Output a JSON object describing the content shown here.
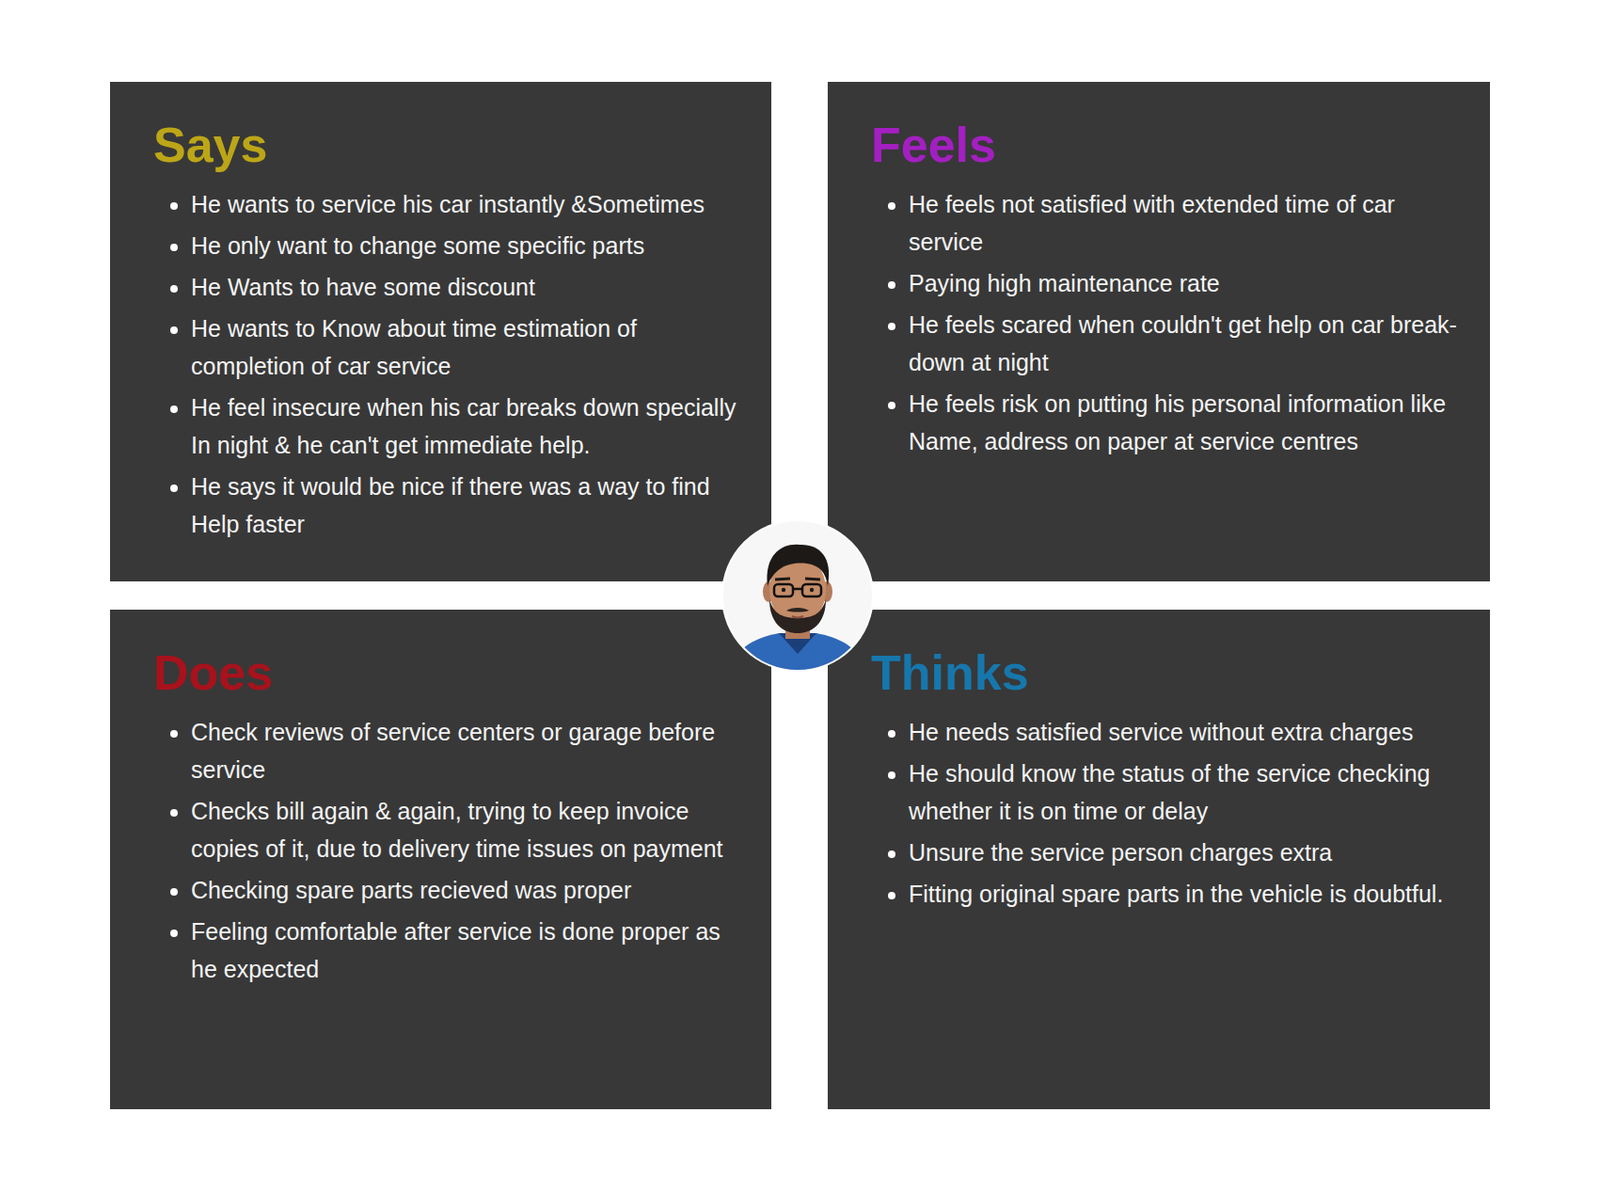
{
  "diagram": {
    "nodes": [
      {
        "text": [
          "Says",
          "He wants to service his car instantly &Sometimes",
          "He only want to change some specific parts",
          "He Wants to have some discount",
          "He wants to Know about time estimation of completion of car service",
          "He feel insecure when his car breaks down specially In night & he can't get immediate help.",
          "He says it would be nice if there was a way to find Help faster"
        ]
      },
      {
        "text": [
          "Feels",
          "He feels not satisfied with extended time of car service",
          "Paying high maintenance rate",
          "He feels scared when couldn't get help on car break-down at night",
          "He feels risk on putting his personal information like Name, address on paper at service centres"
        ]
      },
      {
        "text": [
          "Does",
          "Check reviews of service centers or garage before service",
          "Checks bill again & again, trying to keep invoice copies of it, due to delivery time issues on payment",
          "Checking spare parts recieved was proper",
          "Feeling comfortable after service is done proper as he expected"
        ]
      },
      {
        "text": [
          "Thinks",
          "He needs satisfied service without extra charges",
          "He should know the status of the service checking whether it is on time or delay",
          "Unsure the service person charges extra",
          "Fitting original spare parts in the vehicle is doubtful."
        ]
      }
    ]
  }
}
